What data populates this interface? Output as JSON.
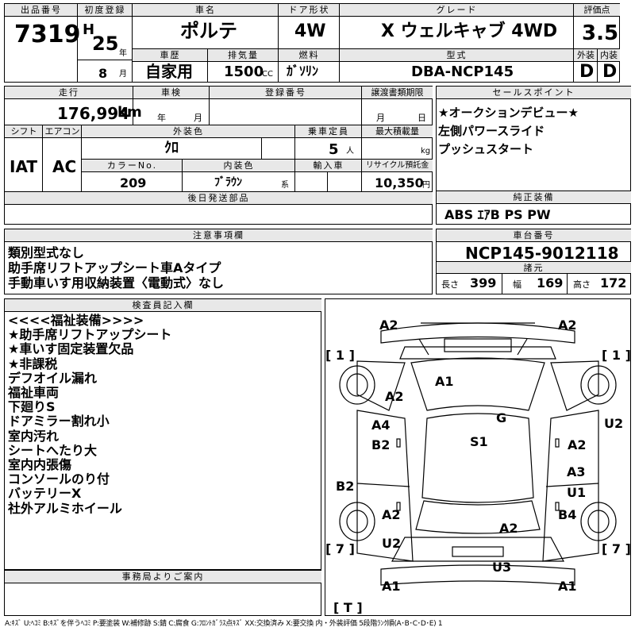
{
  "header": {
    "lot_label": "出品番号",
    "lot": "7319",
    "reg_label": "初度登録",
    "era": "H",
    "year": "25",
    "year_unit": "年",
    "month": "8",
    "month_unit": "月",
    "name_label": "車名",
    "name": "ポルテ",
    "door_label": "ドア形状",
    "door": "4W",
    "grade_label": "グレード",
    "grade": "X ウェルキャブ 4WD",
    "score_label": "評価点",
    "score": "3.5",
    "history_label": "車歴",
    "history": "自家用",
    "disp_label": "排気量",
    "disp": "1500",
    "disp_unit": "CC",
    "fuel_label": "燃料",
    "fuel": "ｶﾞｿﾘﾝ",
    "model_label": "型式",
    "model": "DBA-NCP145",
    "ext_label": "外装",
    "ext": "D",
    "int_label": "内装",
    "int": "D"
  },
  "row2": {
    "mileage_label": "走行",
    "mileage": "176,994",
    "mileage_unit": "km",
    "inspect_label": "車検",
    "inspect_year": "年",
    "inspect_month": "月",
    "regno_label": "登録番号",
    "deadline_label": "譲渡書類期限",
    "deadline_month": "月",
    "deadline_day": "日",
    "shift_label": "シフト",
    "shift": "IAT",
    "ac_label": "エアコン",
    "ac": "AC",
    "color_label": "外装色",
    "color": "ｸﾛ",
    "capacity_label": "乗車定員",
    "capacity": "5",
    "capacity_unit": "人",
    "load_label": "最大積載量",
    "load_unit": "kg",
    "colorno_label": "カラーNo.",
    "colorno": "209",
    "intcolor_label": "内装色",
    "intcolor": "ﾌﾞﾗｳﾝ",
    "intcolor_unit": "系",
    "import_label": "輸入車",
    "recycle_label": "リサイクル預託金",
    "recycle": "10,350",
    "recycle_unit": "円",
    "later_label": "後日発送部品"
  },
  "sales": {
    "label": "セールスポイント",
    "lines": [
      "★オークションデビュー★",
      "左側パワースライド",
      "プッシュスタート"
    ]
  },
  "equipment": {
    "label": "純正装備",
    "value": "ABS ｴｱB PS PW"
  },
  "notes": {
    "label": "注意事項欄",
    "lines": [
      "類別型式なし",
      "助手席リフトアップシート車Aタイプ",
      "手動車いす用収納装置〈電動式〉なし"
    ]
  },
  "chassis": {
    "label": "車台番号",
    "value": "NCP145-9012118",
    "spec_label": "諸元",
    "length_label": "長さ",
    "length": "399",
    "width_label": "幅",
    "width": "169",
    "height_label": "高さ",
    "height": "172"
  },
  "inspector": {
    "label": "検査員記入欄",
    "lines": [
      "<<<<福祉装備>>>>",
      "★助手席リフトアップシート",
      "★車いす固定装置欠品",
      "★非課税",
      "デフオイル漏れ",
      "福祉車両",
      "下廻りS",
      "ドアミラー割れ小",
      "室内汚れ",
      "シートへたり大",
      "室内内張傷",
      "コンソールのり付",
      "バッテリーX",
      "社外アルミホイール"
    ]
  },
  "office": {
    "label": "事務局よりご案内"
  },
  "damage": [
    {
      "code": "A2"
    },
    {
      "code": "A2"
    },
    {
      "code": "[ 1 ]"
    },
    {
      "code": "[ 1 ]"
    },
    {
      "code": "A1"
    },
    {
      "code": "A2"
    },
    {
      "code": "G"
    },
    {
      "code": "A4"
    },
    {
      "code": "U2"
    },
    {
      "code": "S1"
    },
    {
      "code": "B2"
    },
    {
      "code": "A2"
    },
    {
      "code": "A3"
    },
    {
      "code": "B2"
    },
    {
      "code": "U1"
    },
    {
      "code": "A2"
    },
    {
      "code": "B4"
    },
    {
      "code": "A2"
    },
    {
      "code": "U2"
    },
    {
      "code": "[ 7 ]"
    },
    {
      "code": "[ 7 ]"
    },
    {
      "code": "U3"
    },
    {
      "code": "A1"
    },
    {
      "code": "A1"
    },
    {
      "code": "[ T ]"
    }
  ],
  "legend": "A:ｷｽﾞ U:ﾍｺﾐ B:ｷｽﾞを伴うﾍｺﾐ P:要塗装 W:補修跡 S:錆 C:腐食 G:ﾌﾛﾝﾄｶﾞﾗｽ点ｷｽﾞ XX:交換済み X:要交換 内・外装評価 5段階ﾗﾝｸ順(A･B･C･D･E) 1"
}
